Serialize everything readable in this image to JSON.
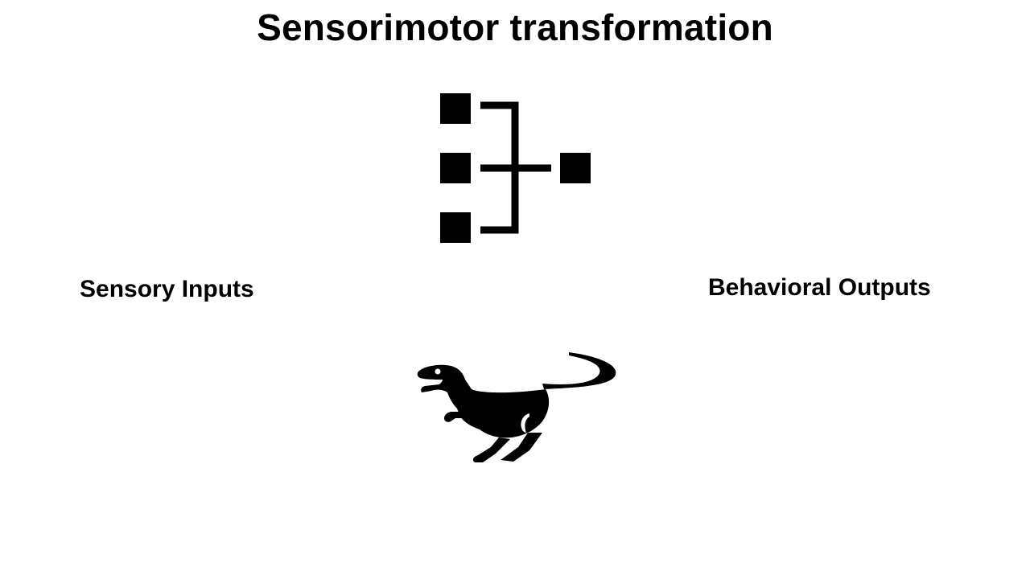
{
  "slide": {
    "title": "Sensorimotor transformation",
    "inputs_label": "Sensory Inputs",
    "outputs_label": "Behavioral Outputs"
  },
  "icons": {
    "network": "hierarchy-network-icon",
    "animal": "dinosaur-icon"
  },
  "colors": {
    "foreground": "#000000",
    "background": "#ffffff"
  }
}
